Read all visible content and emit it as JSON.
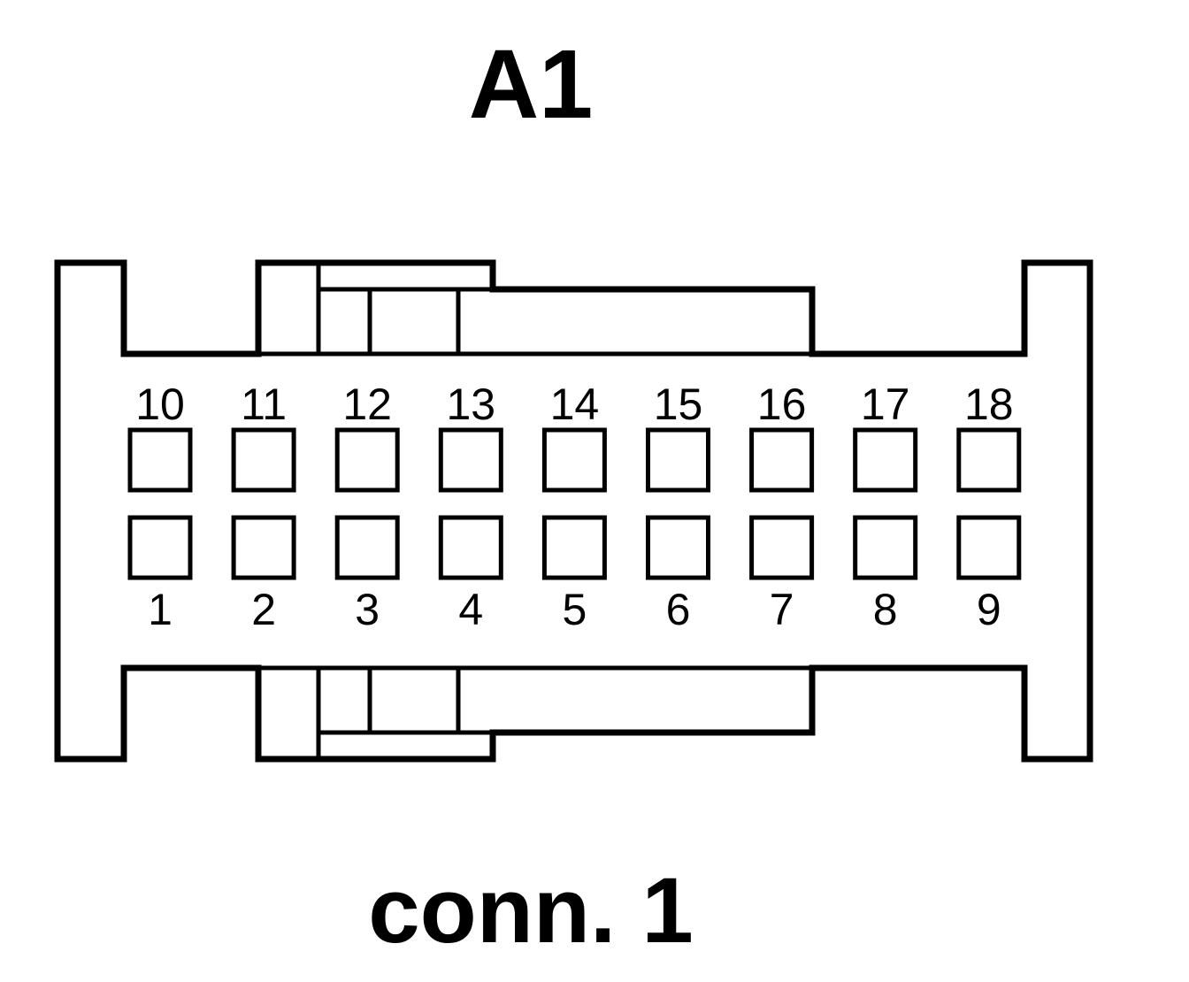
{
  "title": "A1",
  "caption": "conn. 1",
  "pins": {
    "top_row": [
      "10",
      "11",
      "12",
      "13",
      "14",
      "15",
      "16",
      "17",
      "18"
    ],
    "bottom_row": [
      "1",
      "2",
      "3",
      "4",
      "5",
      "6",
      "7",
      "8",
      "9"
    ]
  }
}
